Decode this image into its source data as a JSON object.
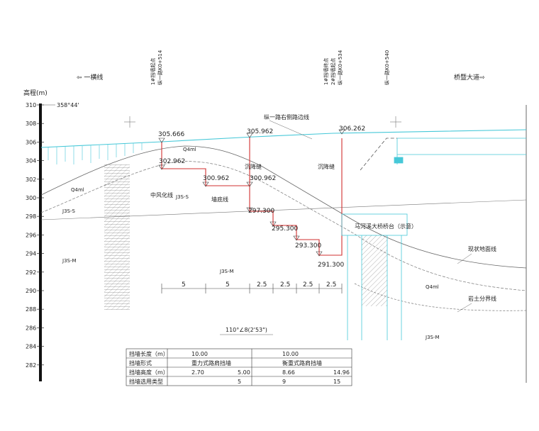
{
  "left_direction": "⇦  一横线",
  "right_direction": "桥暨大道⇨",
  "axis_title": "高程(m)",
  "angle_note": "358°44'",
  "elevation_ticks": [
    "310",
    "308",
    "306",
    "304",
    "302",
    "300",
    "298",
    "296",
    "294",
    "292",
    "290",
    "288",
    "286",
    "284",
    "282"
  ],
  "top_labels": {
    "start": [
      "1#挡墙起点",
      "纵一路K0+514"
    ],
    "middle": [
      "1#挡墙终点",
      "2#挡墙起点",
      "纵一路K0+534"
    ],
    "right": "纵一路K0+540"
  },
  "road_line_label": "纵一路右侧路边线",
  "elevations": {
    "e1": "305.666",
    "e2": "305.962",
    "e3": "306.262",
    "e4": "302.962",
    "e5": "300.962",
    "e6": "300.962",
    "e7": "297.300",
    "e8": "295.300",
    "e9": "293.300",
    "e10": "291.300"
  },
  "labels": {
    "settle1": "沉降缝",
    "settle2": "沉降缝",
    "base": "墙底线",
    "weather": "中风化线",
    "bridge": "马河溪大桥桥台（示意）",
    "ground": "现状地面线",
    "soil": "岩土分界线",
    "q1": "Q4ml",
    "q2": "Q4ml",
    "q3": "Q4ml",
    "j1": "J3S-S",
    "j2": "J3S-S",
    "j3": "J3S-M",
    "j4": "J3S-M",
    "j5": "J3S-M",
    "slope": "110°∠8(2'53\")"
  },
  "dimensions": [
    "5",
    "5",
    "2.5",
    "2.5",
    "2.5",
    "2.5"
  ],
  "table": {
    "rows": [
      {
        "label": "挡墙长度（m）",
        "a": "10.00",
        "b": "",
        "c": "10.00",
        "d": ""
      },
      {
        "label": "挡墙形式",
        "a": "重力式路肩挡墙",
        "b": "",
        "c": "衡重式路肩挡墙",
        "d": ""
      },
      {
        "label": "挡墙高度（m）",
        "a": "2.70",
        "b": "5.00",
        "c": "8.66",
        "d": "14.96"
      },
      {
        "label": "挡墙选用类型",
        "a": "",
        "b": "5",
        "c": "9",
        "d": "15"
      }
    ]
  },
  "colors": {
    "line": "#555555",
    "cyan": "#46c8d8",
    "red": "#d23030",
    "hatch": "#6a6a6a"
  }
}
